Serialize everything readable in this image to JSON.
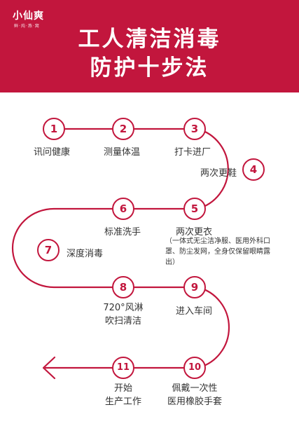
{
  "brand": {
    "name": "小仙爽",
    "tagline": "鲜·炖·燕·窝"
  },
  "title_line1": "工人清洁消毒",
  "title_line2": "防护十步法",
  "steps": [
    {
      "num": "1",
      "label": "讯问健康"
    },
    {
      "num": "2",
      "label": "测量体温"
    },
    {
      "num": "3",
      "label": "打卡进厂"
    },
    {
      "num": "4",
      "label": "两次更鞋"
    },
    {
      "num": "5",
      "label": "两次更衣",
      "note": "（一体式无尘洁净服、医用外科口罩、防尘发网，全身仅保留眼睛露出）"
    },
    {
      "num": "6",
      "label": "标准洗手"
    },
    {
      "num": "7",
      "label": "深度消毒"
    },
    {
      "num": "8",
      "label_line1": "720°风淋",
      "label_line2": "吹扫清洁"
    },
    {
      "num": "9",
      "label": "进入车间"
    },
    {
      "num": "10",
      "label_line1": "佩戴一次性",
      "label_line2": "医用橡胶手套"
    },
    {
      "num": "11",
      "label_line1": "开始",
      "label_line2": "生产工作"
    }
  ],
  "colors": {
    "accent": "#c2163d",
    "text": "#333333"
  }
}
